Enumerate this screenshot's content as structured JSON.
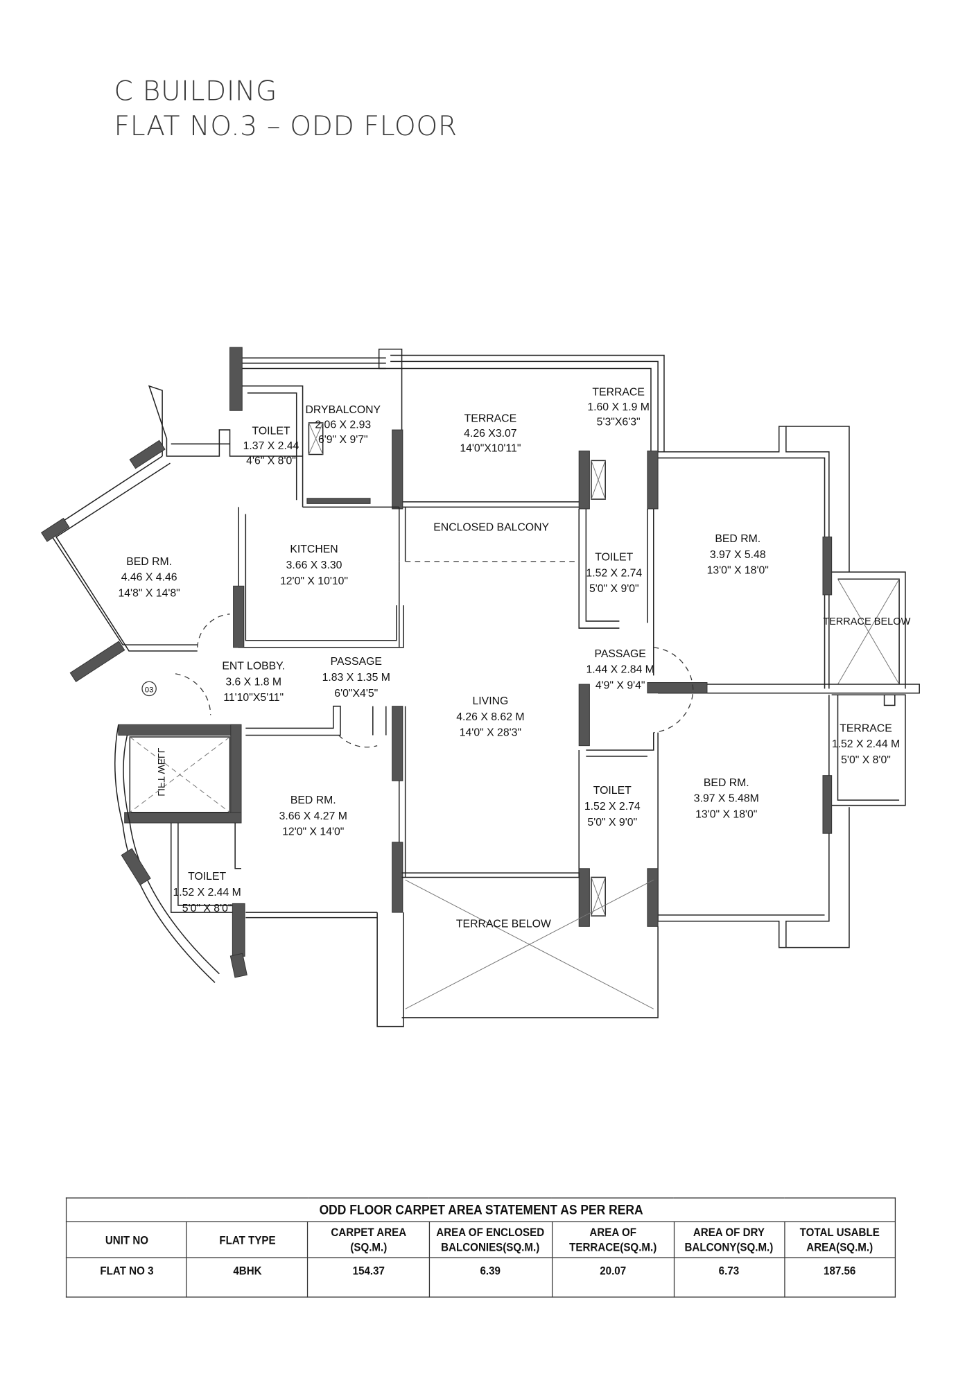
{
  "header": {
    "line1": "C BUILDING",
    "line2": "FLAT NO.3 – ODD FLOOR"
  },
  "rooms": [
    {
      "name": "DRYBALCONY",
      "metric": "2.06 X 2.93",
      "imperial": "6'9\" X 9'7\""
    },
    {
      "name": "TOILET",
      "metric": "1.37 X 2.44",
      "imperial": "4'6\" X 8'0\""
    },
    {
      "name": "TERRACE",
      "metric": "4.26 X3.07",
      "imperial": "14'0\"X10'11\""
    },
    {
      "name": "TERRACE",
      "metric": "1.60 X 1.9 M",
      "imperial": "5'3\"X6'3\""
    },
    {
      "name": "ENCLOSED BALCONY"
    },
    {
      "name": "BED RM.",
      "metric": "4.46 X 4.46",
      "imperial": "14'8\" X 14'8\""
    },
    {
      "name": "KITCHEN",
      "metric": "3.66 X 3.30",
      "imperial": "12'0\" X 10'10\""
    },
    {
      "name": "TOILET",
      "metric": "1.52 X 2.74",
      "imperial": "5'0\" X 9'0\""
    },
    {
      "name": "BED RM.",
      "metric": "3.97 X 5.48",
      "imperial": "13'0\" X 18'0\""
    },
    {
      "name": "TERRACE BELOW"
    },
    {
      "name": "ENT LOBBY.",
      "metric": "3.6 X 1.8 M",
      "imperial": "11'10\"X5'11\""
    },
    {
      "name": "PASSAGE",
      "metric": "1.83 X 1.35 M",
      "imperial": "6'0\"X4'5\""
    },
    {
      "name": "PASSAGE",
      "metric": "1.44 X 2.84 M",
      "imperial": "4'9\" X 9'4\""
    },
    {
      "name": "LIVING",
      "metric": "4.26 X 8.62 M",
      "imperial": "14'0\" X 28'3\""
    },
    {
      "name": "TERRACE",
      "metric": "1.52 X 2.44 M",
      "imperial": "5'0\" X 8'0\""
    },
    {
      "name": "BED RM.",
      "metric": "3.66 X 4.27 M",
      "imperial": "12'0\" X 14'0\""
    },
    {
      "name": "TOILET",
      "metric": "1.52 X 2.74",
      "imperial": "5'0\" X 9'0\""
    },
    {
      "name": "BED RM.",
      "metric": "3.97 X 5.48M",
      "imperial": "13'0\" X 18'0\""
    },
    {
      "name": "TOILET",
      "metric": "1.52 X 2.44 M",
      "imperial": "5'0\" X 8'0\""
    },
    {
      "name": "TERRACE BELOW"
    }
  ],
  "lift_label": "LIFT WELL",
  "unit_marker": "03",
  "area_table": {
    "title": "ODD FLOOR CARPET AREA STATEMENT AS PER RERA",
    "headers": [
      [
        "UNIT NO",
        ""
      ],
      [
        "FLAT TYPE",
        ""
      ],
      [
        "CARPET AREA",
        "(SQ.M.)"
      ],
      [
        "AREA OF ENCLOSED",
        "BALCONIES(SQ.M.)"
      ],
      [
        "AREA OF",
        "TERRACE(SQ.M.)"
      ],
      [
        "AREA OF DRY",
        "BALCONY(SQ.M.)"
      ],
      [
        "TOTAL USABLE",
        "AREA(SQ.M.)"
      ]
    ],
    "row": [
      "FLAT NO 3",
      "4BHK",
      "154.37",
      "6.39",
      "20.07",
      "6.73",
      "187.56"
    ]
  }
}
